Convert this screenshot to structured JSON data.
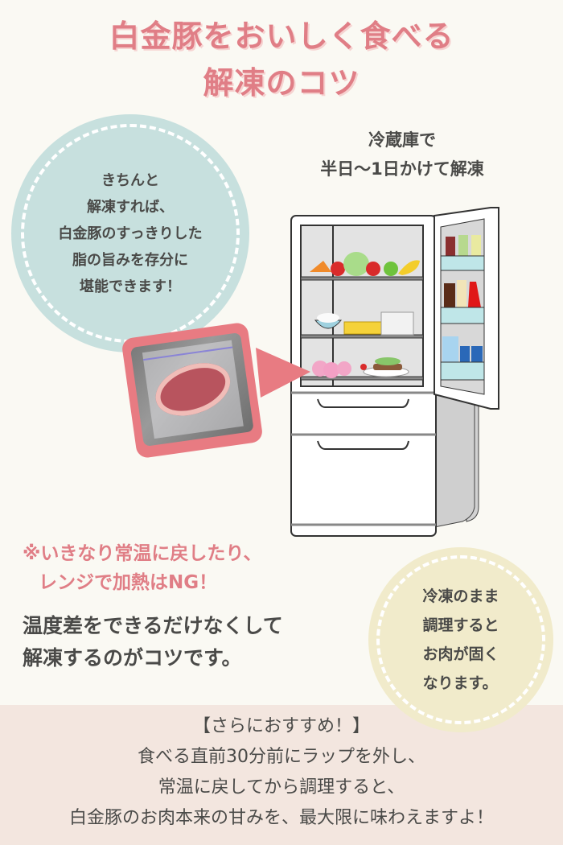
{
  "header": {
    "title_line1": "白金豚をおいしく食べる",
    "title_line2": "解凍のコツ",
    "title_color": "#e07e86"
  },
  "left_bubble": {
    "lines": [
      "きちんと",
      "解凍すれば、",
      "白金豚のすっきりした",
      "脂の旨みを存分に",
      "堪能できます！"
    ],
    "color": "#c7e0de"
  },
  "fridge_note": {
    "lines": [
      "冷蔵庫で",
      "半日〜1日かけて解凍"
    ]
  },
  "illustration": {
    "photo": "frozen-pork-in-ziplock-bag",
    "arrow": "arrow-right-icon",
    "fridge": "open-refrigerator-illustration",
    "frame_color": "#e87b82"
  },
  "warning": {
    "line1": "※いきなり常温に戻したり、",
    "line2": "レンジで加熱はNG！"
  },
  "tip": {
    "line1": "温度差をできるだけなくして",
    "line2": "解凍するのがコツです。"
  },
  "right_bubble": {
    "lines": [
      "冷凍のまま",
      "調理すると",
      "お肉が固く",
      "なります。"
    ],
    "color": "#f1ebcb"
  },
  "recommend": {
    "heading": "【さらにおすすめ！】",
    "lines": [
      "食べる直前30分前にラップを外し、",
      "常温に戻してから調理すると、",
      "白金豚のお肉本来の甘みを、最大限に味わえますよ！"
    ],
    "background": "#f3e6df"
  }
}
